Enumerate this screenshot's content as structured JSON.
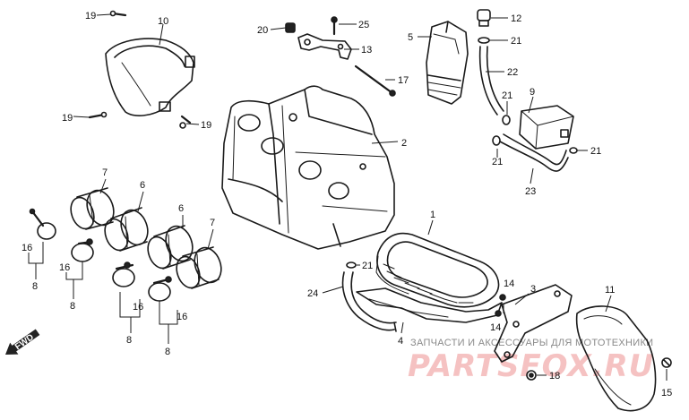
{
  "callouts": {
    "c1": "1",
    "c2": "2",
    "c3": "3",
    "c4": "4",
    "c5": "5",
    "c6a": "6",
    "c6b": "6",
    "c7a": "7",
    "c7b": "7",
    "c8a": "8",
    "c8b": "8",
    "c8c": "8",
    "c8d": "8",
    "c9": "9",
    "c10": "10",
    "c11": "11",
    "c12": "12",
    "c13": "13",
    "c14a": "14",
    "c14b": "14",
    "c15": "15",
    "c16a": "16",
    "c16b": "16",
    "c16c": "16",
    "c16d": "16",
    "c17": "17",
    "c18": "18",
    "c19a": "19",
    "c19b": "19",
    "c19c": "19",
    "c20": "20",
    "c21a": "21",
    "c21b": "21",
    "c21c": "21",
    "c21d": "21",
    "c21e": "21",
    "c22": "22",
    "c23": "23",
    "c24": "24",
    "c25": "25"
  },
  "direction_label": "FWD",
  "watermark": {
    "caption": "ЗАПЧАСТИ И АКСЕССУАРЫ ДЛЯ МОТОТЕХНИКИ",
    "logo": "PARTSFOX.RU"
  },
  "colors": {
    "line": "#1a1a1a",
    "watermark_logo": "#f3b3b3",
    "watermark_caption": "#8a8a8a"
  }
}
